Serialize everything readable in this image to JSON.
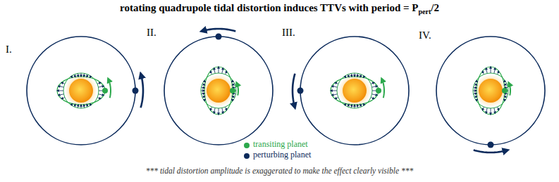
{
  "diagram": {
    "title": "rotating quadrupole tidal distortion induces TTVs with period = Ppert/2",
    "caption": "*** tidal distortion amplitude is exaggerated to make the effect clearly visible ***",
    "labels": [
      "I.",
      "II.",
      "III.",
      "IV."
    ],
    "legend": [
      {
        "text": "transiting planet",
        "color": "#2ca84c"
      },
      {
        "text": "perturbing planet",
        "color": "#0b2a5b"
      }
    ]
  }
}
